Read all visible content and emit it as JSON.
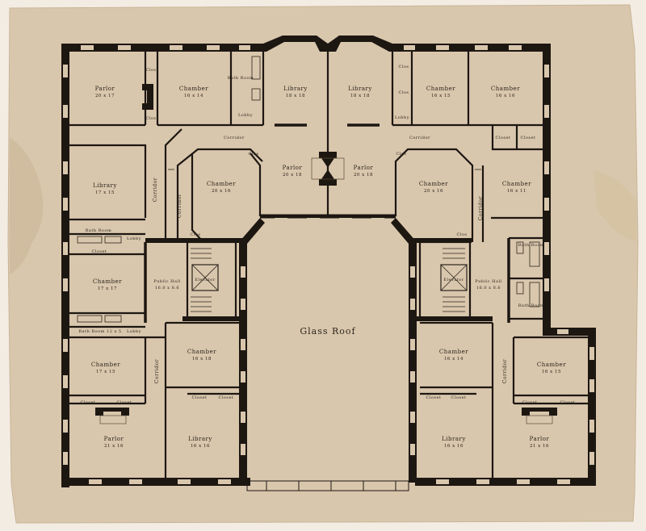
{
  "colors": {
    "paper": "#d9c7ad",
    "ink": "#1d1712",
    "background": "#f3ece3"
  },
  "rooms": {
    "parlor_nw": "Parlor",
    "parlor_nw_dim": "20 x 17",
    "chamber_n1": "Chamber",
    "chamber_n1_dim": "16 x 14",
    "library_n1": "Library",
    "library_n1_dim": "18 x 18",
    "library_n2": "Library",
    "library_n2_dim": "18 x 18",
    "chamber_n2": "Chamber",
    "chamber_n2_dim": "16 x 15",
    "chamber_ne": "Chamber",
    "chamber_ne_dim": "16 x 16",
    "library_w": "Library",
    "library_w_dim": "17 x 15",
    "chamber_cw": "Chamber",
    "chamber_cw_dim": "20 x 16",
    "parlor_c1": "Parlor",
    "parlor_c1_dim": "20 x 18",
    "parlor_c2": "Parlor",
    "parlor_c2_dim": "20 x 18",
    "chamber_ce": "Chamber",
    "chamber_ce_dim": "20 x 16",
    "chamber_e": "Chamber",
    "chamber_e_dim": "16 x 11",
    "chamber_w2": "Chamber",
    "chamber_w2_dim": "17 x 17",
    "hall_w": "Public Hall",
    "hall_w_dim": "16.0 x 8.6",
    "hall_e": "Public Hall",
    "hall_e_dim": "16.0 x 8.6",
    "glass_roof": "Glass Roof",
    "chamber_sw1": "Chamber",
    "chamber_sw1_dim": "17 x 15",
    "chamber_sw2": "Chamber",
    "chamber_sw2_dim": "16 x 18",
    "chamber_se1": "Chamber",
    "chamber_se1_dim": "16 x 14",
    "chamber_se2": "Chamber",
    "chamber_se2_dim": "16 x 15",
    "parlor_sw": "Parlor",
    "parlor_sw_dim": "21 x 16",
    "library_sw": "Library",
    "library_sw_dim": "16 x 16",
    "library_se": "Library",
    "library_se_dim": "16 x 16",
    "parlor_se": "Parlor",
    "parlor_se_dim": "21 x 16"
  },
  "labels": {
    "corridor": "Corridor",
    "closet": "Closet",
    "clos": "Clos",
    "bath_room": "Bath Room",
    "bath_room_w2": "Bath Room 12 x 5",
    "lobby": "Lobby",
    "elevator": "Elevator"
  }
}
